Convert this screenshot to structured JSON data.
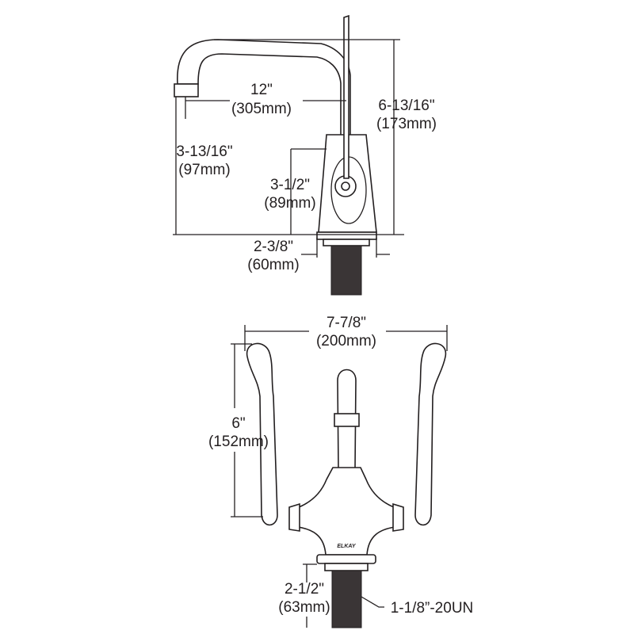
{
  "side_view": {
    "spout_reach": {
      "imperial": "12\"",
      "metric": "(305mm)"
    },
    "overall_height": {
      "imperial": "6-13/16\"",
      "metric": "(173mm)"
    },
    "spout_height": {
      "imperial": "3-13/16\"",
      "metric": "(97mm)"
    },
    "handle_height": {
      "imperial": "3-1/2\"",
      "metric": "(89mm)"
    },
    "base_width": {
      "imperial": "2-3/8\"",
      "metric": "(60mm)"
    }
  },
  "front_view": {
    "handle_spread": {
      "imperial": "7-7/8\"",
      "metric": "(200mm)"
    },
    "handle_length": {
      "imperial": "6\"",
      "metric": "(152mm)"
    },
    "shank_length": {
      "imperial": "2-1/2\"",
      "metric": "(63mm)"
    },
    "thread_spec": "1-1/8”-20UN",
    "brand_logo": "ELKAY"
  },
  "colors": {
    "line": "#231f20",
    "shank": "#3a3536"
  }
}
